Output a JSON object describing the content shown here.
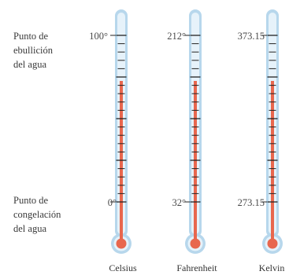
{
  "labels": {
    "boiling": "Punto de\nebullición\ndel agua",
    "freezing": "Punto de\ncongelación\ndel agua"
  },
  "colors": {
    "glass_outer": "#b7d7ec",
    "glass_inner": "#e6f2fa",
    "mercury": "#e8674e",
    "tick": "#222222"
  },
  "thermometers": [
    {
      "scale": "Celsius",
      "boiling": "100°",
      "freezing": "0°"
    },
    {
      "scale": "Fahrenheit",
      "boiling": "212°",
      "freezing": "32°"
    },
    {
      "scale": "Kelvin",
      "boiling": "373.15",
      "freezing": "273.15"
    }
  ]
}
